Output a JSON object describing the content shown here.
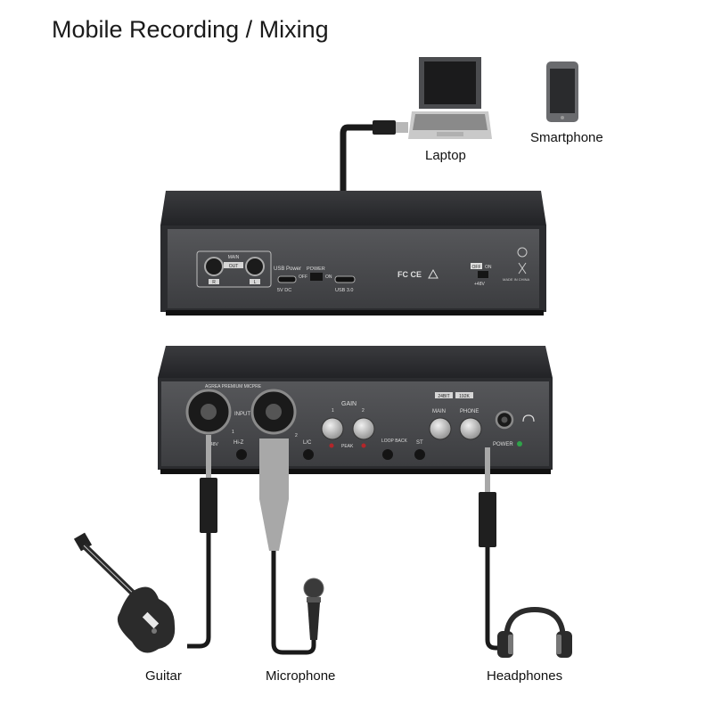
{
  "title": "Mobile Recording / Mixing",
  "labels": {
    "laptop": "Laptop",
    "smartphone": "Smartphone",
    "guitar": "Guitar",
    "microphone": "Microphone",
    "headphones": "Headphones"
  },
  "back_panel": {
    "main": "MAIN",
    "out": "OUT",
    "r": "R",
    "l": "L",
    "usb_power": "USB Power",
    "dc": "5V DC",
    "power": "POWER",
    "off": "OFF",
    "on": "ON",
    "usb3": "USB 3.0",
    "certs": "FC CE",
    "toggle_off": "OFF",
    "toggle_on": "ON",
    "phantom": "+48V",
    "made_in": "MADE IN CHINA"
  },
  "front_panel": {
    "brand": "AGREA PREMIUM MICPRE",
    "input": "INPUT",
    "ch1": "1",
    "ch2": "2",
    "phantom": "48V",
    "hiz": "Hi-Z",
    "lc": "L/C",
    "gain": "GAIN",
    "gain1": "1",
    "gain2": "2",
    "peak": "PEAK",
    "loopback": "LOOP BACK",
    "st": "ST",
    "bits": "24BIT",
    "rate": "192K",
    "main": "MAIN",
    "phone": "PHONE",
    "power": "POWER"
  },
  "colors": {
    "device_body": "#2b2c2f",
    "panel": "#4a4b4e",
    "cable": "#1a1a1a",
    "plug": "#9a9a9a",
    "power_led": "#2fa34a",
    "peak_led": "#b3262a"
  }
}
